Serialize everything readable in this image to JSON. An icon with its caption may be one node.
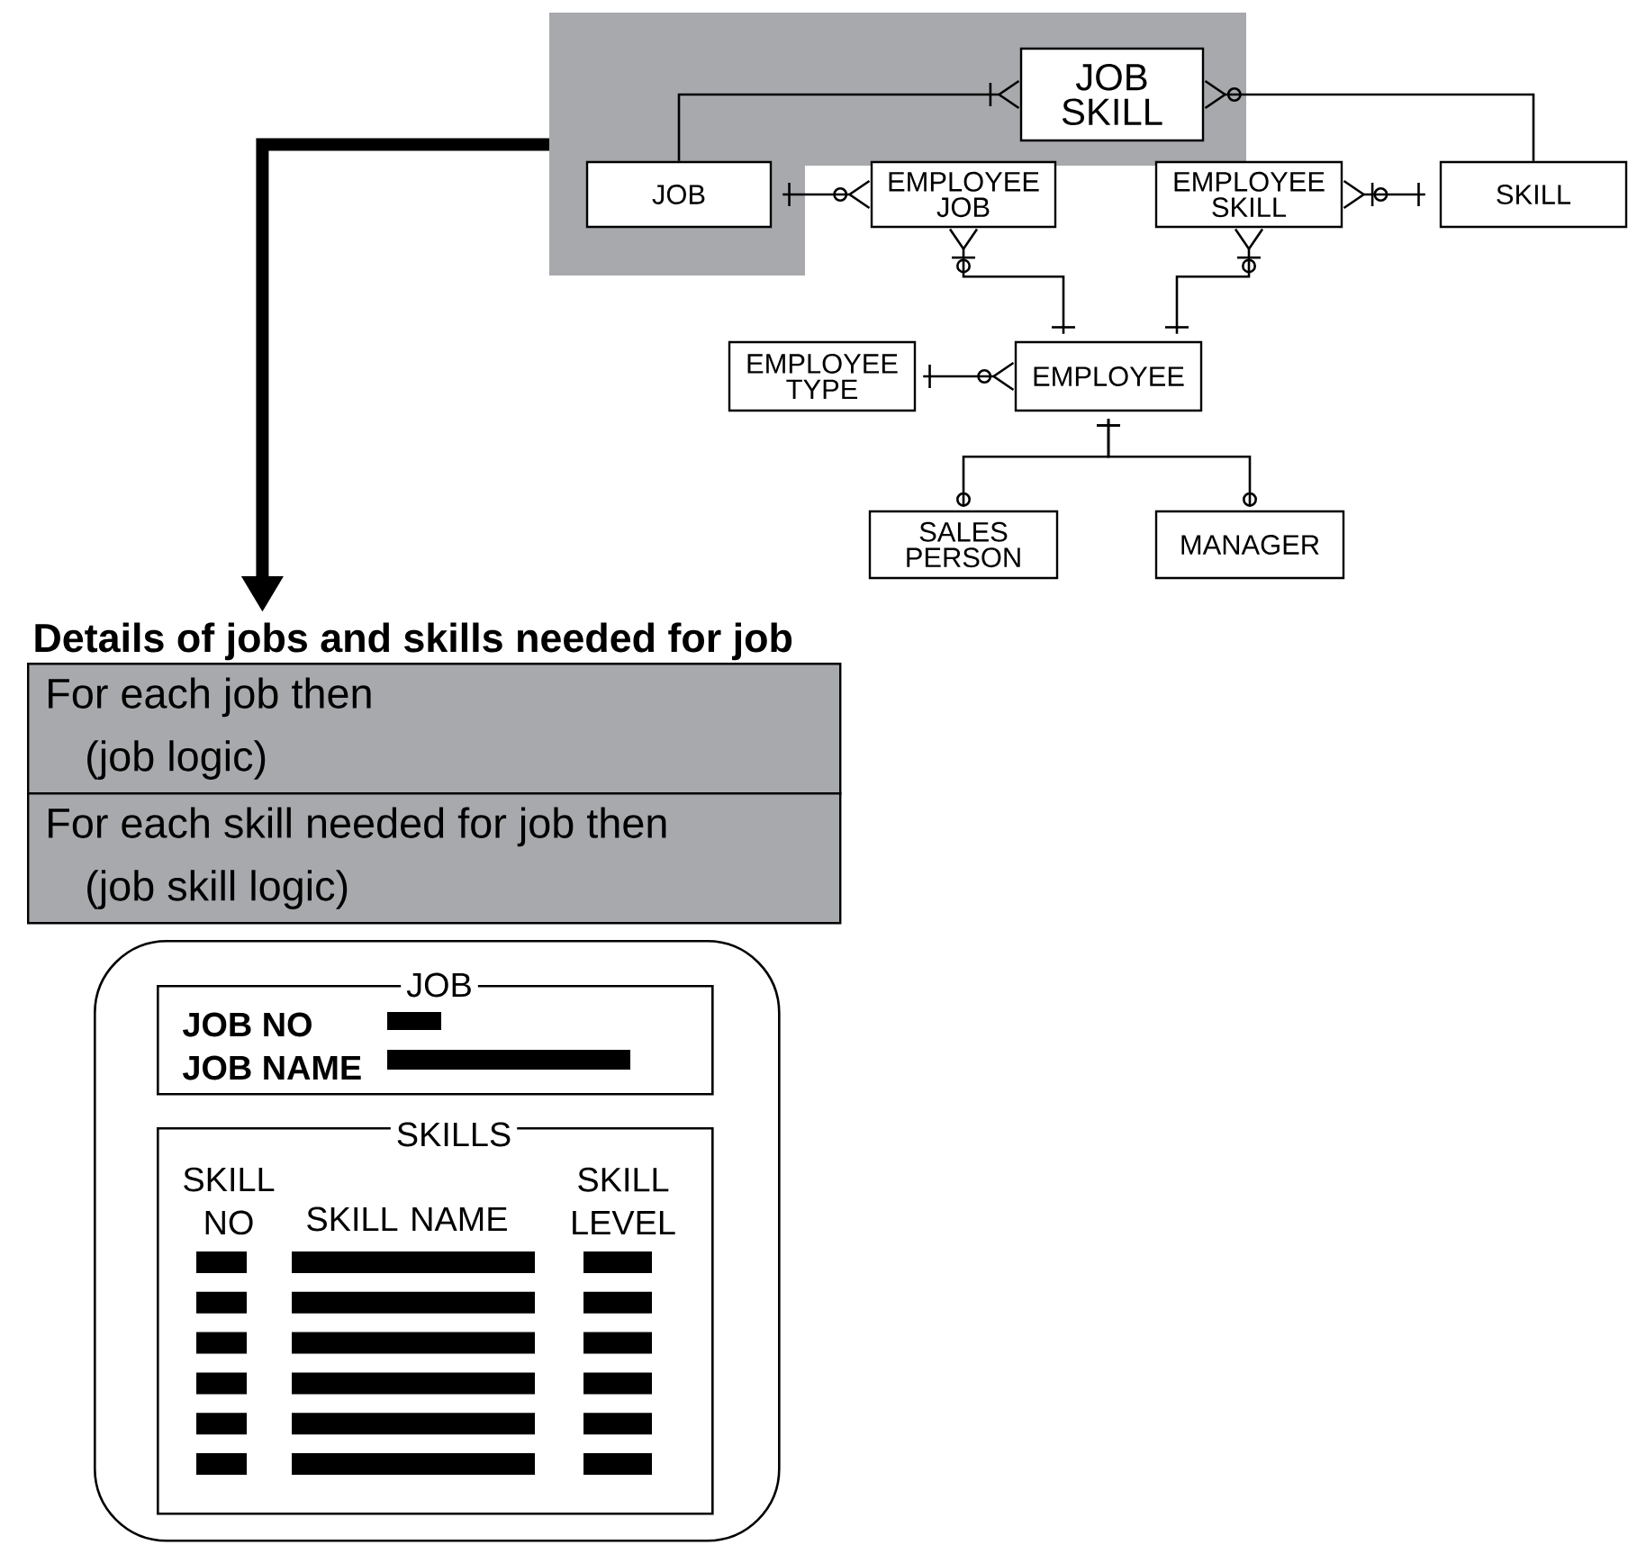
{
  "diagram": {
    "nodes": [
      {
        "text": [],
        "shape": "box"
      },
      {
        "text": [
          "JOB SKILL"
        ],
        "in": 0
      },
      {
        "text": [
          "JOB"
        ],
        "in": 0
      },
      {
        "text": [
          "EMPLOYEE JOB"
        ]
      },
      {
        "text": [
          "EMPLOYEE SKILL"
        ]
      },
      {
        "text": [
          "SKILL"
        ]
      },
      {
        "text": [
          "EMPLOYEE TYPE"
        ]
      },
      {
        "text": [
          "EMPLOYEE"
        ]
      },
      {
        "text": [
          "SALES PERSON"
        ]
      },
      {
        "text": [
          "MANAGER"
        ]
      },
      {
        "text": [
          "Details of jobs and skills needed for job"
        ]
      },
      {
        "text": [
          "For each job then (job logic)"
        ],
        "in": 10
      },
      {
        "text": [
          "For each skill needed for job then (job skill logic)"
        ],
        "in": 10
      },
      {
        "text": [],
        "shape": "box"
      },
      {
        "text": [
          "JOB",
          "JOB NO",
          "JOB NAME"
        ],
        "in": 13
      },
      {
        "text": [
          "SKILLS",
          "SKILL NO",
          "SKILL NAME",
          "SKILL LEVEL"
        ],
        "in": 13
      }
    ],
    "edges": [
      {
        "from": 2,
        "to": 1,
        "arrow": "other"
      },
      {
        "from": 1,
        "to": 5,
        "arrow": "other"
      },
      {
        "from": 2,
        "to": 3,
        "arrow": "other"
      },
      {
        "from": 4,
        "to": 5,
        "arrow": "other"
      },
      {
        "from": 3,
        "to": 7,
        "arrow": "other"
      },
      {
        "from": 4,
        "to": 7,
        "arrow": "other"
      },
      {
        "from": 6,
        "to": 7,
        "arrow": "other"
      },
      {
        "from": 7,
        "to": 8,
        "arrow": "other"
      },
      {
        "from": 7,
        "to": 9,
        "arrow": "other"
      },
      {
        "from": 0,
        "to": 10,
        "arrow": "to",
        "style": "thick"
      }
    ]
  }
}
